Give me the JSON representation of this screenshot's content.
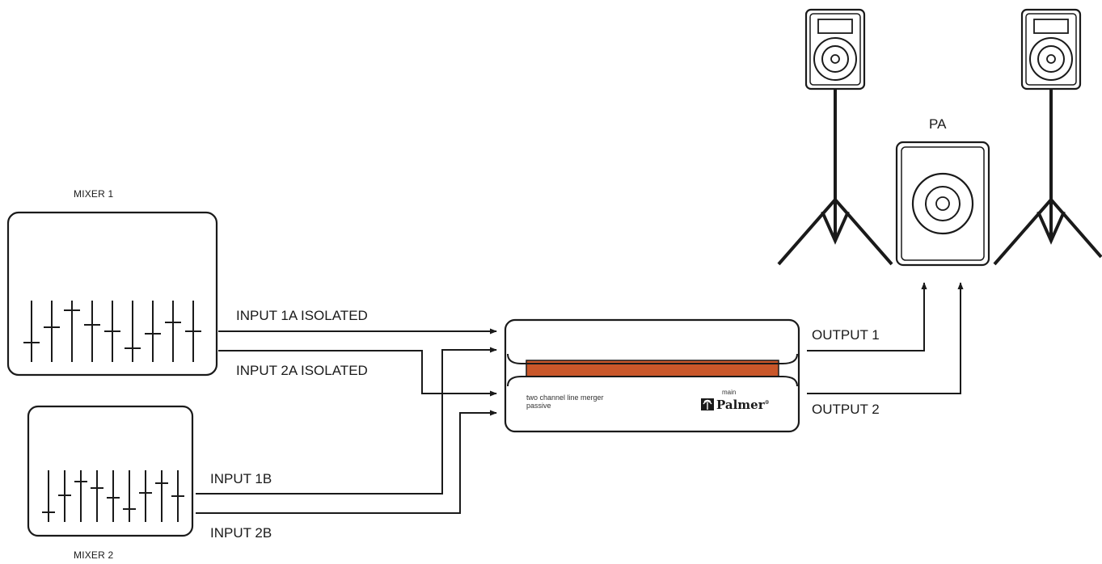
{
  "mixer1": {
    "label": "MIXER 1"
  },
  "mixer2": {
    "label": "MIXER 2"
  },
  "pa": {
    "label": "PA"
  },
  "merger": {
    "description_line1": "two channel line merger",
    "description_line2": "passive",
    "small_label": "main",
    "brand": "Palmer",
    "accent_color": "#c9572a"
  },
  "connections": {
    "input_1a": "INPUT 1A ISOLATED",
    "input_2a": "INPUT 2A ISOLATED",
    "input_1b": "INPUT 1B",
    "input_2b": "INPUT 2B",
    "output_1": "OUTPUT 1",
    "output_2": "OUTPUT 2"
  }
}
